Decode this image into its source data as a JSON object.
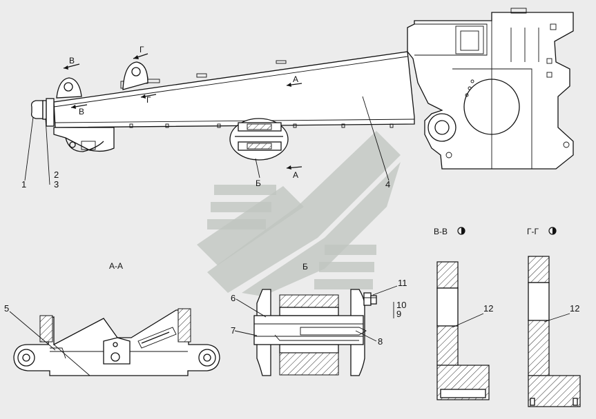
{
  "colors": {
    "background": "#ececec",
    "line": "#111111",
    "watermark": "#bfc4bf"
  },
  "part_numbers": [
    "1",
    "2",
    "3",
    "4",
    "5",
    "6",
    "7",
    "8",
    "9",
    "10",
    "11",
    "12",
    "12"
  ],
  "view_markers": {
    "v": "В",
    "g": "Г",
    "a": "А",
    "b": "Б"
  },
  "section_titles": {
    "aa": "А-А",
    "b": "Б",
    "vv": "В-В",
    "gg": "Г-Г"
  },
  "rotation_icon": "rotate-icon"
}
